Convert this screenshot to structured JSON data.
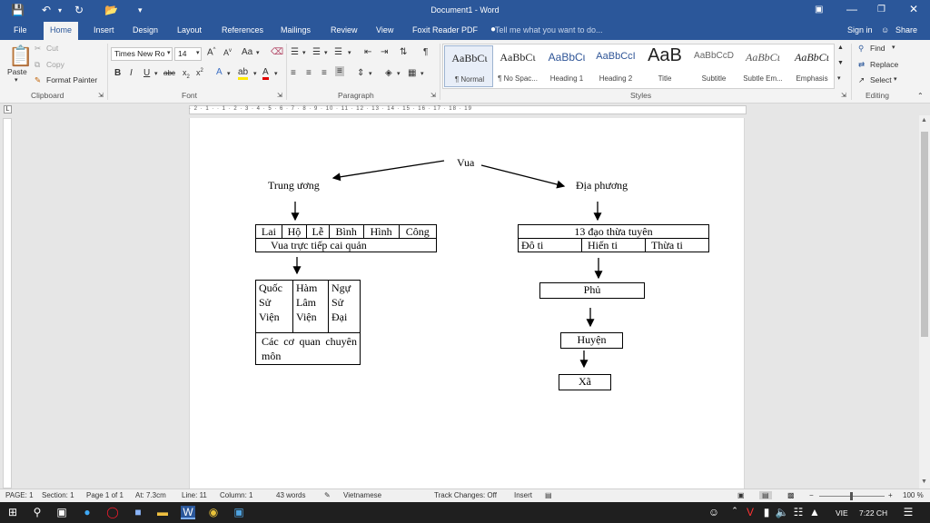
{
  "window": {
    "title": "Document1 - Word"
  },
  "tabs": [
    "File",
    "Home",
    "Insert",
    "Design",
    "Layout",
    "References",
    "Mailings",
    "Review",
    "View",
    "Foxit Reader PDF"
  ],
  "tell_me": "Tell me what you want to do...",
  "account": {
    "sign_in": "Sign in",
    "share": "Share"
  },
  "clipboard": {
    "paste": "Paste",
    "cut": "Cut",
    "copy": "Copy",
    "format_painter": "Format Painter",
    "label": "Clipboard"
  },
  "font": {
    "name": "Times New Ro",
    "size": "14",
    "label": "Font"
  },
  "paragraph": {
    "label": "Paragraph"
  },
  "styles": {
    "label": "Styles",
    "items": [
      {
        "preview": "AaBbCι",
        "name": "¶ Normal"
      },
      {
        "preview": "AaBbCι",
        "name": "¶ No Spac..."
      },
      {
        "preview": "AaBbCι",
        "name": "Heading 1"
      },
      {
        "preview": "AaBbCcI",
        "name": "Heading 2"
      },
      {
        "preview": "AaB",
        "name": "Title"
      },
      {
        "preview": "AaBbCcD",
        "name": "Subtitle"
      },
      {
        "preview": "AaBbCι",
        "name": "Subtle Em..."
      },
      {
        "preview": "AaBbCι",
        "name": "Emphasis"
      }
    ]
  },
  "editing": {
    "find": "Find",
    "replace": "Replace",
    "select": "Select",
    "label": "Editing"
  },
  "ruler_numbers": "· 2 · 1 · · 1 · 2 · 3 · 4 · 5 · 6 · 7 · 8 · 9 · 10 · 11 · 12 · 13 · 14 · 15 · 16 · 17 · 18 · 19",
  "diagram": {
    "root": "Vua",
    "left_branch": "Trung ương",
    "right_branch": "Địa phương",
    "six_ministries": [
      "Lai",
      "Hộ",
      "Lễ",
      "Bình",
      "Hình",
      "Công"
    ],
    "direct_rule": "Vua trực tiếp cai quản",
    "agencies": [
      "Quốc Sử Viện",
      "Hàm Lâm Viện",
      "Ngự Sử Đại"
    ],
    "agencies_caption": "Các cơ quan chuyên môn",
    "provinces_title": "13 đạo thừa tuyên",
    "provinces_offices": [
      "Đô ti",
      "Hiến ti",
      "Thừa ti"
    ],
    "phu": "Phủ",
    "huyen": "Huyện",
    "xa": "Xã"
  },
  "status": {
    "page": "PAGE: 1",
    "section": "Section: 1",
    "pages": "Page 1 of 1",
    "at": "At: 7.3cm",
    "line": "Line: 11",
    "column": "Column: 1",
    "words": "43 words",
    "language": "Vietnamese",
    "track_changes": "Track Changes: Off",
    "mode": "Insert",
    "zoom": "100 %"
  },
  "taskbar": {
    "lang": "VIE",
    "time": "7:22 CH"
  }
}
